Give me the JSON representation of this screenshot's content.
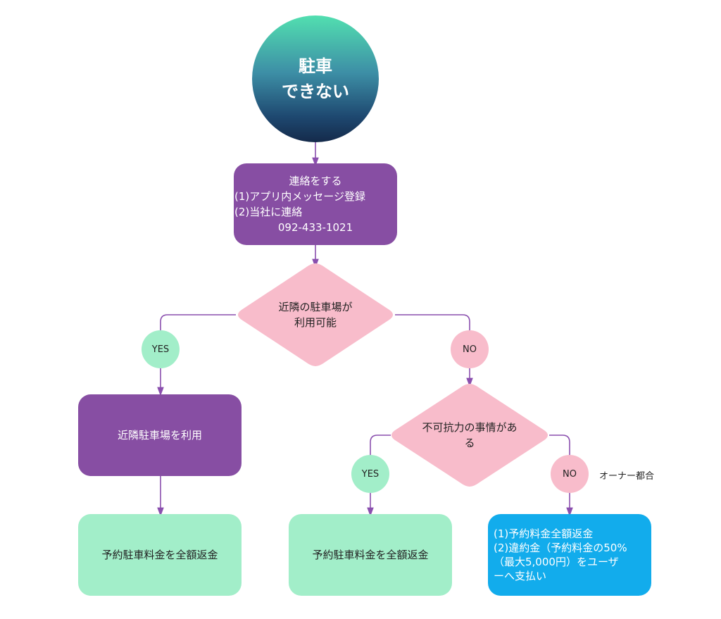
{
  "colors": {
    "connector": "#8a4fae",
    "purple_box": "#874ea3",
    "green_box": "#a2eec9",
    "blue_box": "#12acec",
    "pink_decision": "#f8bccb",
    "start_gradient_top": "#52dfb0",
    "start_gradient_bottom": "#142a4a"
  },
  "start": {
    "line1": "駐車",
    "line2": "できない"
  },
  "contact": {
    "line1": "連絡をする",
    "line2": "(1)アプリ内メッセージ登録",
    "line3": "(2)当社に連絡",
    "phone": "092-433-1021"
  },
  "decision1": {
    "line1": "近隣の駐車場が",
    "line2": "利用可能"
  },
  "decision1_yes": "YES",
  "decision1_no": "NO",
  "nearby_box": "近隣駐車場を利用",
  "refund_left": "予約駐車料金を全額返金",
  "decision2": {
    "line1": "不可抗力の事情があ",
    "line2": "る"
  },
  "decision2_yes": "YES",
  "decision2_no": "NO",
  "owner_note": "オーナー都合",
  "refund_middle": "予約駐車料金を全額返金",
  "owner_box": {
    "line1": "(1)予約料金全額返金",
    "line2": "(2)違約金（予約料金の50%",
    "line3": "（最大5,000円）をユーザ",
    "line4": "ーへ支払い"
  }
}
